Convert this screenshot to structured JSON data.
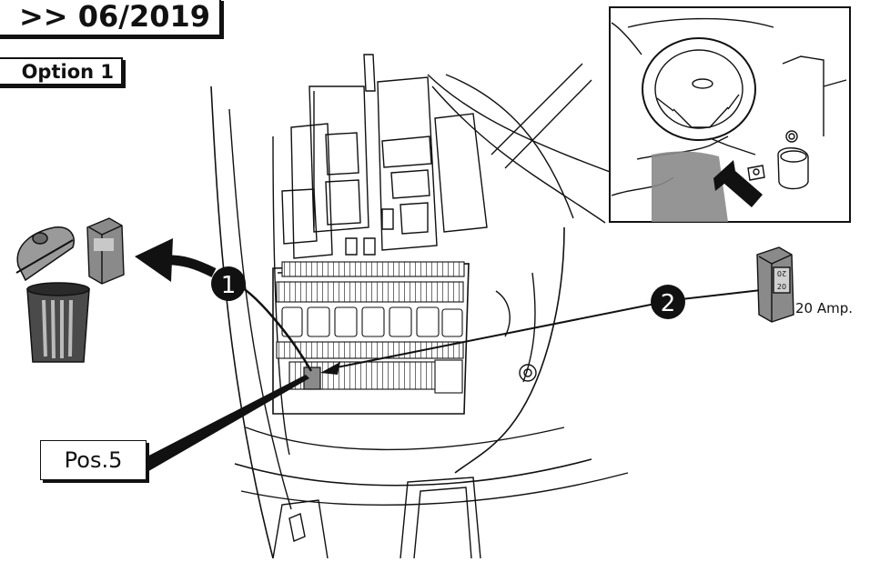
{
  "header": {
    "date": ">> 06/2019",
    "option": "Option 1"
  },
  "steps": [
    {
      "number": "1",
      "action": "remove-fuse"
    },
    {
      "number": "2",
      "action": "insert-fuse"
    }
  ],
  "position_label": "Pos.5",
  "fuse_rating": "20 Amp.",
  "fuse_markings": [
    "20",
    "20"
  ],
  "icons": [
    "trash-can-icon",
    "fuse-icon",
    "steering-wheel-inset",
    "pointer-arrow-icon"
  ],
  "colors": {
    "line": "#111111",
    "fuse_body": "#8a8a8a",
    "fuse_light": "#b8b8b8",
    "background": "#ffffff"
  }
}
